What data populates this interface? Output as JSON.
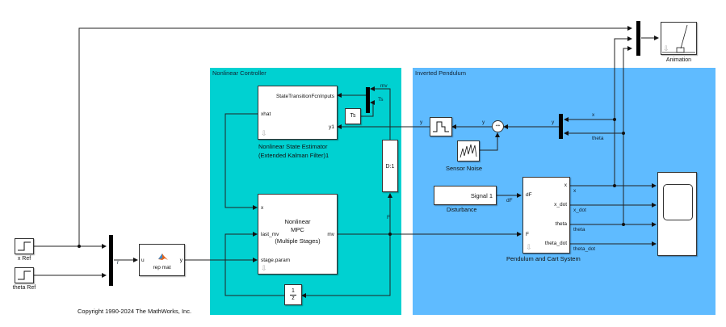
{
  "areas": {
    "controller": {
      "title": "Nonlinear Controller",
      "color": "#00d1d1"
    },
    "plant": {
      "title": "Inverted Pendulum",
      "color": "#5fbbff"
    }
  },
  "blocks": {
    "x_ref": {
      "label": "x Ref"
    },
    "theta_ref": {
      "label": "theta Ref"
    },
    "ref_mux": {
      "out_label": "r"
    },
    "repmat": {
      "label": "rep mat",
      "in_port": "u",
      "out_port": "y"
    },
    "estimator": {
      "ports_in": [
        "StateTransitionFcnInputs",
        "y1"
      ],
      "port_out": "xhat",
      "label_line1": "Nonlinear State Estimator",
      "label_line2": "(Extended Kalman Filter)1"
    },
    "ts_const": {
      "label": "Ts"
    },
    "est_mux": {
      "in_labels": [
        "mv",
        "Ts"
      ]
    },
    "rate_transition": {
      "label": "D:1"
    },
    "mpc": {
      "title_line1": "Nonlinear",
      "title_line2": "MPC",
      "title_line3": "(Multiple Stages)",
      "ports_in": [
        "x",
        "last_mv",
        "stage.param"
      ],
      "port_out": "mv"
    },
    "unit_delay": {
      "num": "1",
      "den": "z"
    },
    "zoh": {
      "in_label": "y",
      "out_label": "y"
    },
    "sum": {
      "signs": "++",
      "out_label": "y"
    },
    "sensor_noise": {
      "label": "Sensor Noise"
    },
    "meas_mux": {
      "out_label": "y",
      "in_labels": [
        "x",
        "theta"
      ]
    },
    "disturbance": {
      "text": "Signal 1",
      "label": "Disturbance",
      "out_label": "dF"
    },
    "plant": {
      "ports_in": [
        "dF",
        "F"
      ],
      "ports_out": [
        "x",
        "x_dot",
        "theta",
        "theta_dot"
      ],
      "label": "Pendulum and Cart System"
    },
    "scope": {
      "signal_labels": [
        "x",
        "x_dot",
        "theta",
        "theta_dot"
      ]
    },
    "animation": {
      "label": "Animation"
    }
  },
  "signals": {
    "F": "F"
  },
  "copyright": "Copyright 1990-2024 The MathWorks, Inc."
}
